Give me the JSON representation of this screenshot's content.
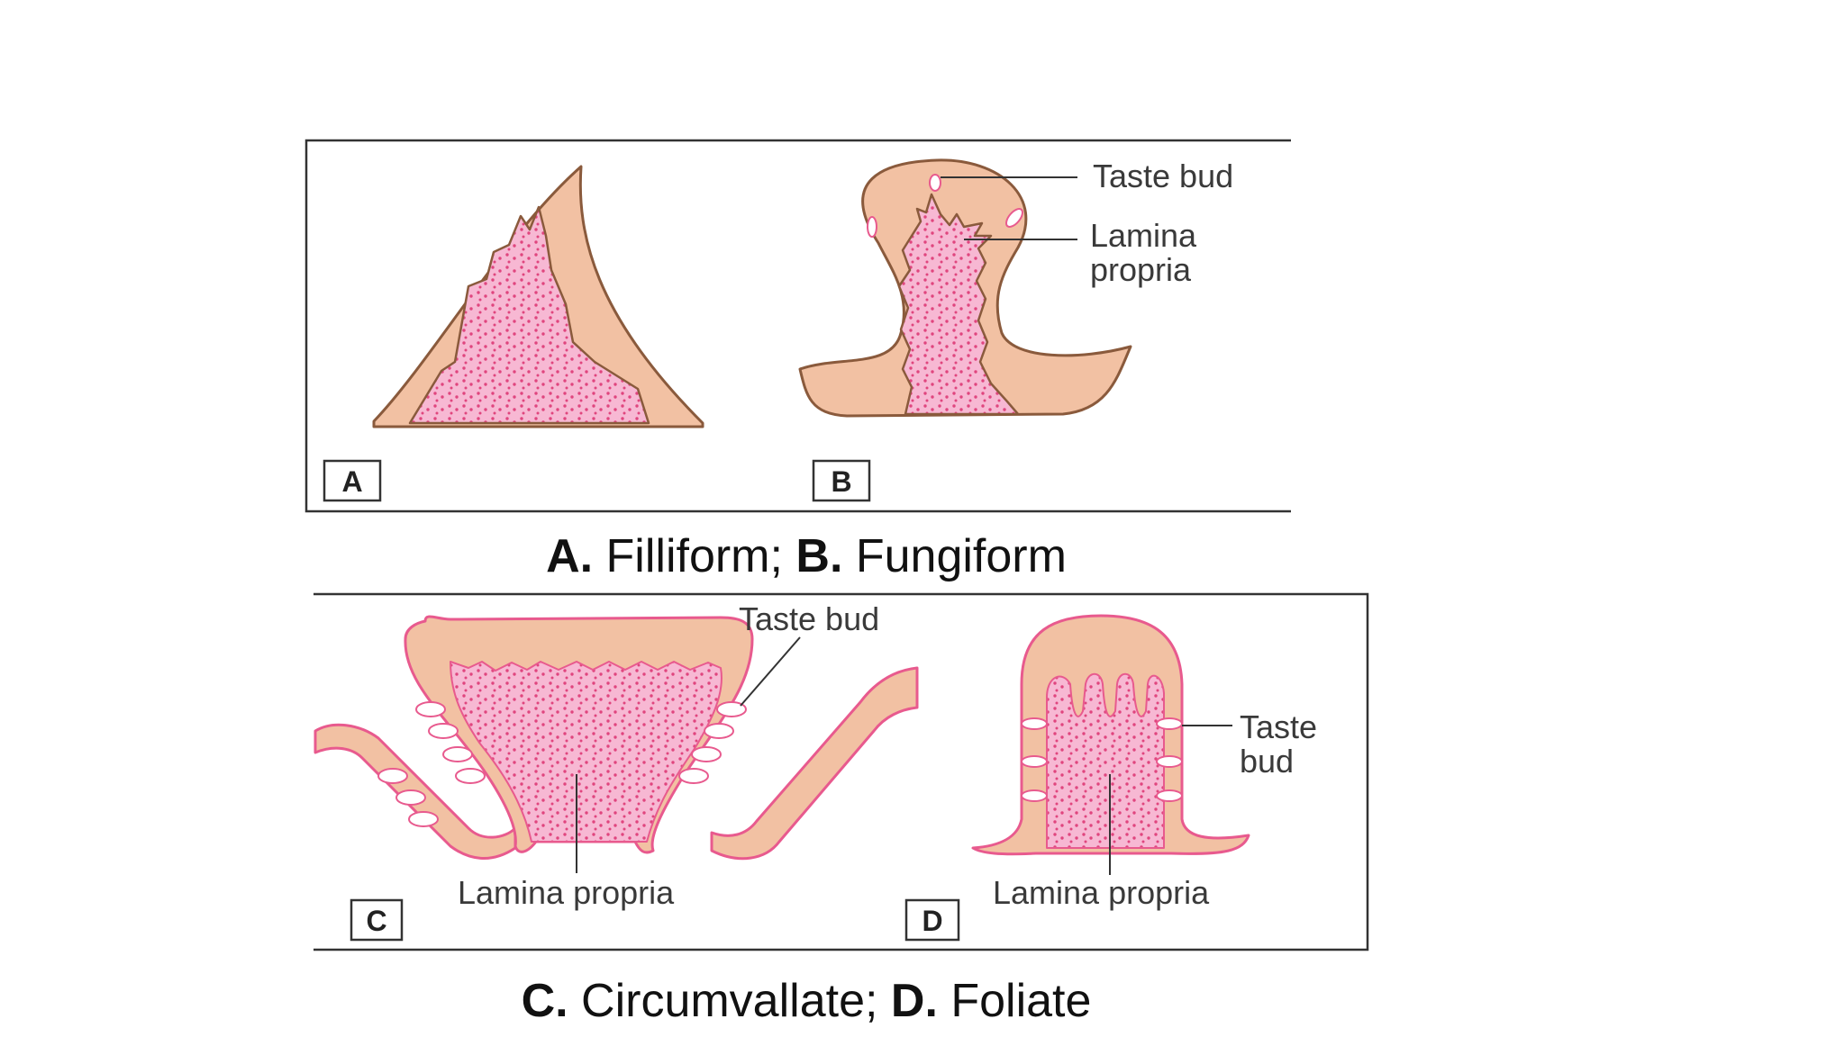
{
  "figure_top": {
    "panel_a": {
      "letter": "A"
    },
    "panel_b": {
      "letter": "B",
      "label_taste_bud": "Taste bud",
      "label_lamina_line1": "Lamina",
      "label_lamina_line2": "propria"
    },
    "caption": {
      "a_letter": "A.",
      "a_name": "Filliform;",
      "b_letter": "B.",
      "b_name": "Fungiform"
    }
  },
  "figure_bottom": {
    "panel_c": {
      "letter": "C",
      "label_taste_bud": "Taste bud",
      "label_lamina": "Lamina propria"
    },
    "panel_d": {
      "letter": "D",
      "label_taste_line1": "Taste",
      "label_taste_line2": "bud",
      "label_lamina": "Lamina propria"
    },
    "caption": {
      "c_letter": "C.",
      "c_name": "Circumvallate;",
      "d_letter": "D.",
      "d_name": "Foliate"
    }
  },
  "colors": {
    "epithelium": "#f2c1a3",
    "epithelium_outline": "#8a5a3c",
    "lamina": "#f7b3cf",
    "lamina_dots": "#e0457e",
    "outline_pink": "#e85a8e"
  }
}
